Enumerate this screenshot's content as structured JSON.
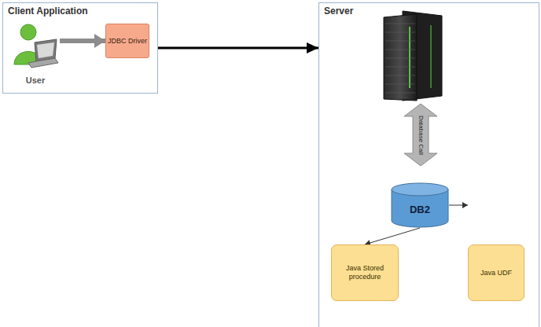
{
  "diagram": {
    "nodes": [
      {
        "text": [
          "Client Application"
        ]
      },
      {
        "text": [
          "User"
        ],
        "in": 0
      },
      {
        "text": [
          "JDBC Driver"
        ],
        "in": 0
      },
      {
        "text": [
          "Server"
        ]
      },
      {
        "text": [
          "DB2"
        ],
        "in": 3
      },
      {
        "text": [
          "Java Stored procedure"
        ],
        "in": 3
      },
      {
        "text": [
          "Java UDF"
        ],
        "in": 3
      }
    ],
    "edges": [
      {
        "from": 1,
        "to": 2,
        "arrow": "to"
      },
      {
        "from": 0,
        "to": 3,
        "arrow": "to"
      },
      {
        "from": 4,
        "to": 5,
        "arrow": "to"
      },
      {
        "from": 4,
        "to": 6,
        "arrow": "to"
      }
    ],
    "labels": [
      "Database Call"
    ]
  }
}
